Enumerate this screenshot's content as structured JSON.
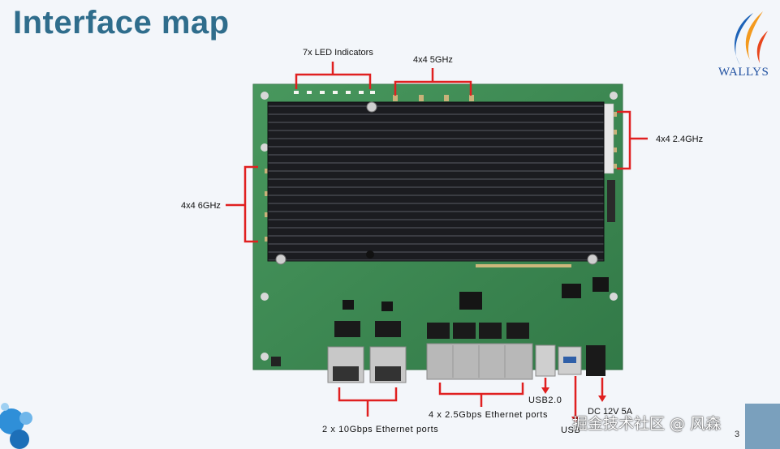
{
  "title": "Interface map",
  "logo_text": "WALLYS",
  "labels": {
    "led": "7x LED Indicators",
    "ghz5": "4x4 5GHz",
    "ghz24": "4x4 2.4GHz",
    "ghz6": "4x4 6GHz",
    "eth10g": "2 x 10Gbps Ethernet ports",
    "eth25g": "4 x 2.5Gbps Ethernet ports",
    "usb2": "USB2.0",
    "usb3": "USB",
    "dc": "DC 12V 5A"
  },
  "watermark": "掘金技术社区 @ 风森",
  "page_number": "3",
  "colors": {
    "title": "#2f6d8c",
    "annotation": "#e02020",
    "pcb": "#3c8a52",
    "heatsink": "#1b1c20"
  }
}
